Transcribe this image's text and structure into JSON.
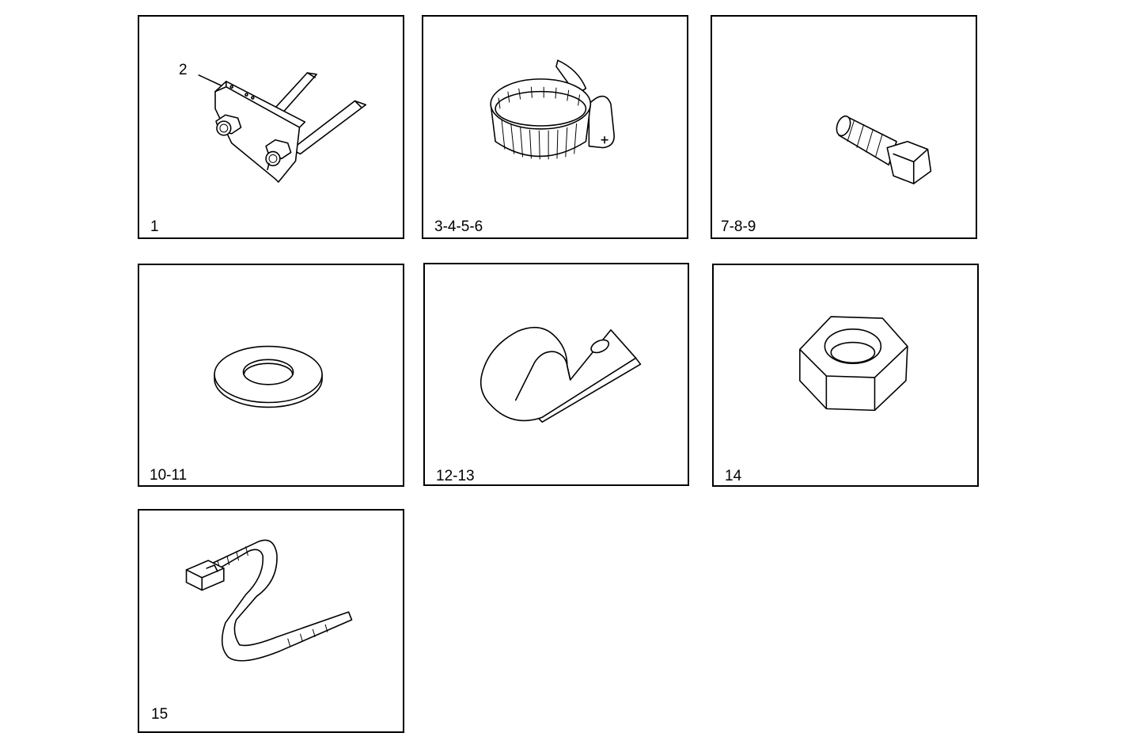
{
  "panels": [
    {
      "label": "1",
      "callout": "2",
      "icon": "bracket-icon"
    },
    {
      "label": "3-4-5-6",
      "icon": "hose-clamp-icon"
    },
    {
      "label": "7-8-9",
      "icon": "hex-bolt-icon"
    },
    {
      "label": "10-11",
      "icon": "flat-washer-icon"
    },
    {
      "label": "12-13",
      "icon": "p-clip-icon"
    },
    {
      "label": "14",
      "icon": "hex-nut-icon"
    },
    {
      "label": "15",
      "icon": "cable-tie-icon"
    }
  ]
}
